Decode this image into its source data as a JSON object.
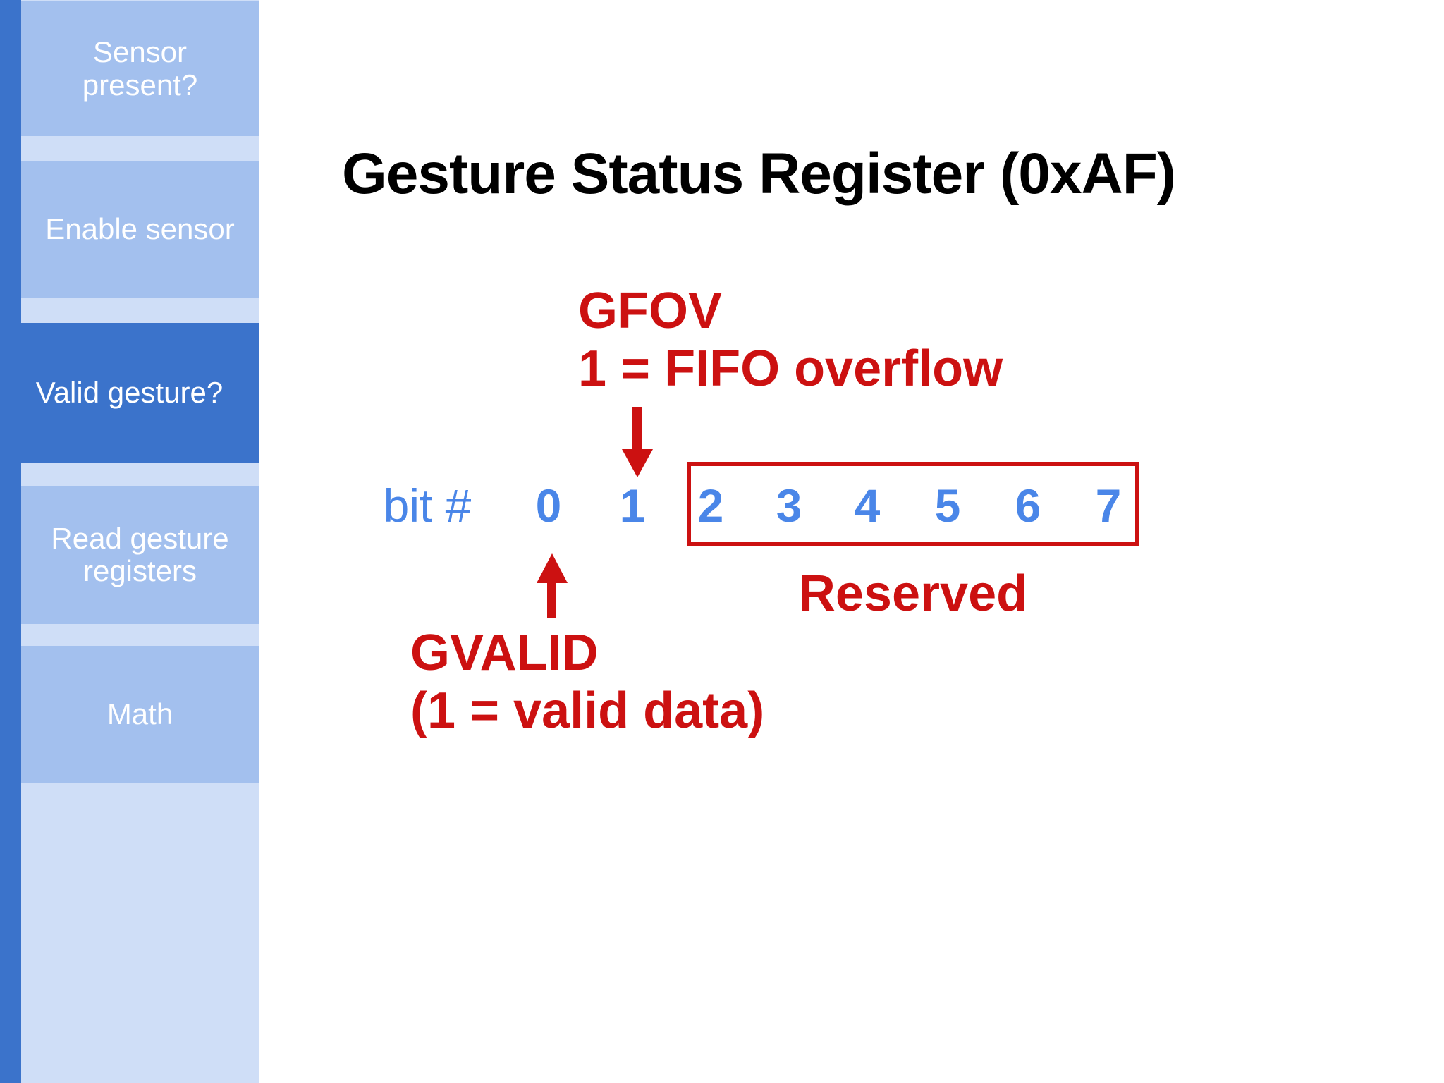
{
  "sidebar": {
    "items": [
      {
        "label": "Sensor present?",
        "active": false
      },
      {
        "label": "Enable sensor",
        "active": false
      },
      {
        "label": "Valid gesture?",
        "active": true
      },
      {
        "label": "Read gesture registers",
        "active": false
      },
      {
        "label": "Math",
        "active": false
      }
    ],
    "active_item": "Valid gesture?"
  },
  "slide": {
    "title": "Gesture Status Register (0xAF)",
    "bit_row_label": "bit #",
    "bits": [
      "0",
      "1",
      "2",
      "3",
      "4",
      "5",
      "6",
      "7"
    ],
    "annotations": {
      "gfov_name": "GFOV",
      "gfov_desc": "1 = FIFO overflow",
      "gvalid_name": "GVALID",
      "gvalid_desc": "(1 = valid data)",
      "reserved_label": "Reserved"
    }
  },
  "colors": {
    "annotation_red": "#cc1111",
    "bit_blue": "#4a86e8",
    "sidebar_active_blue": "#3b73cb",
    "sidebar_item_blue": "#a3c0ee",
    "sidebar_light_blue": "#cfdef7",
    "slide_background": "#ffffff",
    "title_black": "#000000"
  }
}
